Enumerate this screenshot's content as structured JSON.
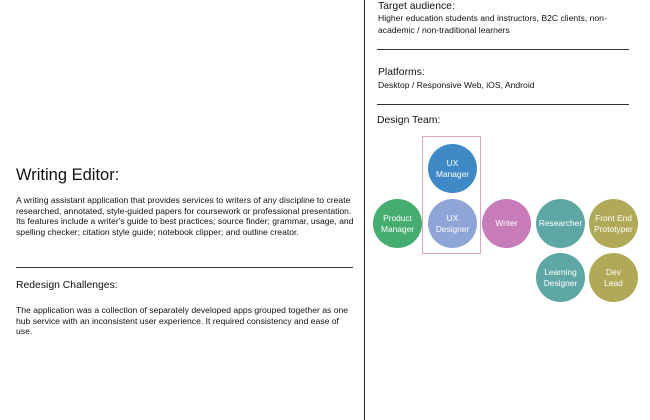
{
  "project": {
    "title": "Writing Editor:",
    "description": "A writing assistant application that provides services to writers of any discipline to create researched, annotated, style-guided papers for coursework or professional presentation. Its features include a writer's guide to best practices; source finder; grammar, usage, and spelling checker; citation style guide; notebook clipper; and outline creator."
  },
  "challenges": {
    "title": "Redesign Challenges:",
    "text": "The application was a collection of separately developed apps grouped together as one hub service with an inconsistent user experience. It required consistency and ease of use."
  },
  "audience": {
    "title": "Target audience:",
    "text": "Higher education students and instructors, B2C clients, non-academic / non-traditional learners"
  },
  "platforms": {
    "title": "Platforms:",
    "text": "Desktop / Responsive Web, iOS, Android"
  },
  "design_team": {
    "title": "Design Team:",
    "members": [
      {
        "label": "UX Manager",
        "color": "#3f89c6"
      },
      {
        "label": "Product Manager",
        "color": "#45ad6f"
      },
      {
        "label": "UX Designer",
        "color": "#8fa5d8"
      },
      {
        "label": "Writer",
        "color": "#c77bb8"
      },
      {
        "label": "Researcher",
        "color": "#5ea7a4"
      },
      {
        "label": "Front End Prototyper",
        "color": "#b0a957"
      },
      {
        "label": "Learning Designer",
        "color": "#5ea7a4"
      },
      {
        "label": "Dev Lead",
        "color": "#b0a957"
      }
    ]
  }
}
